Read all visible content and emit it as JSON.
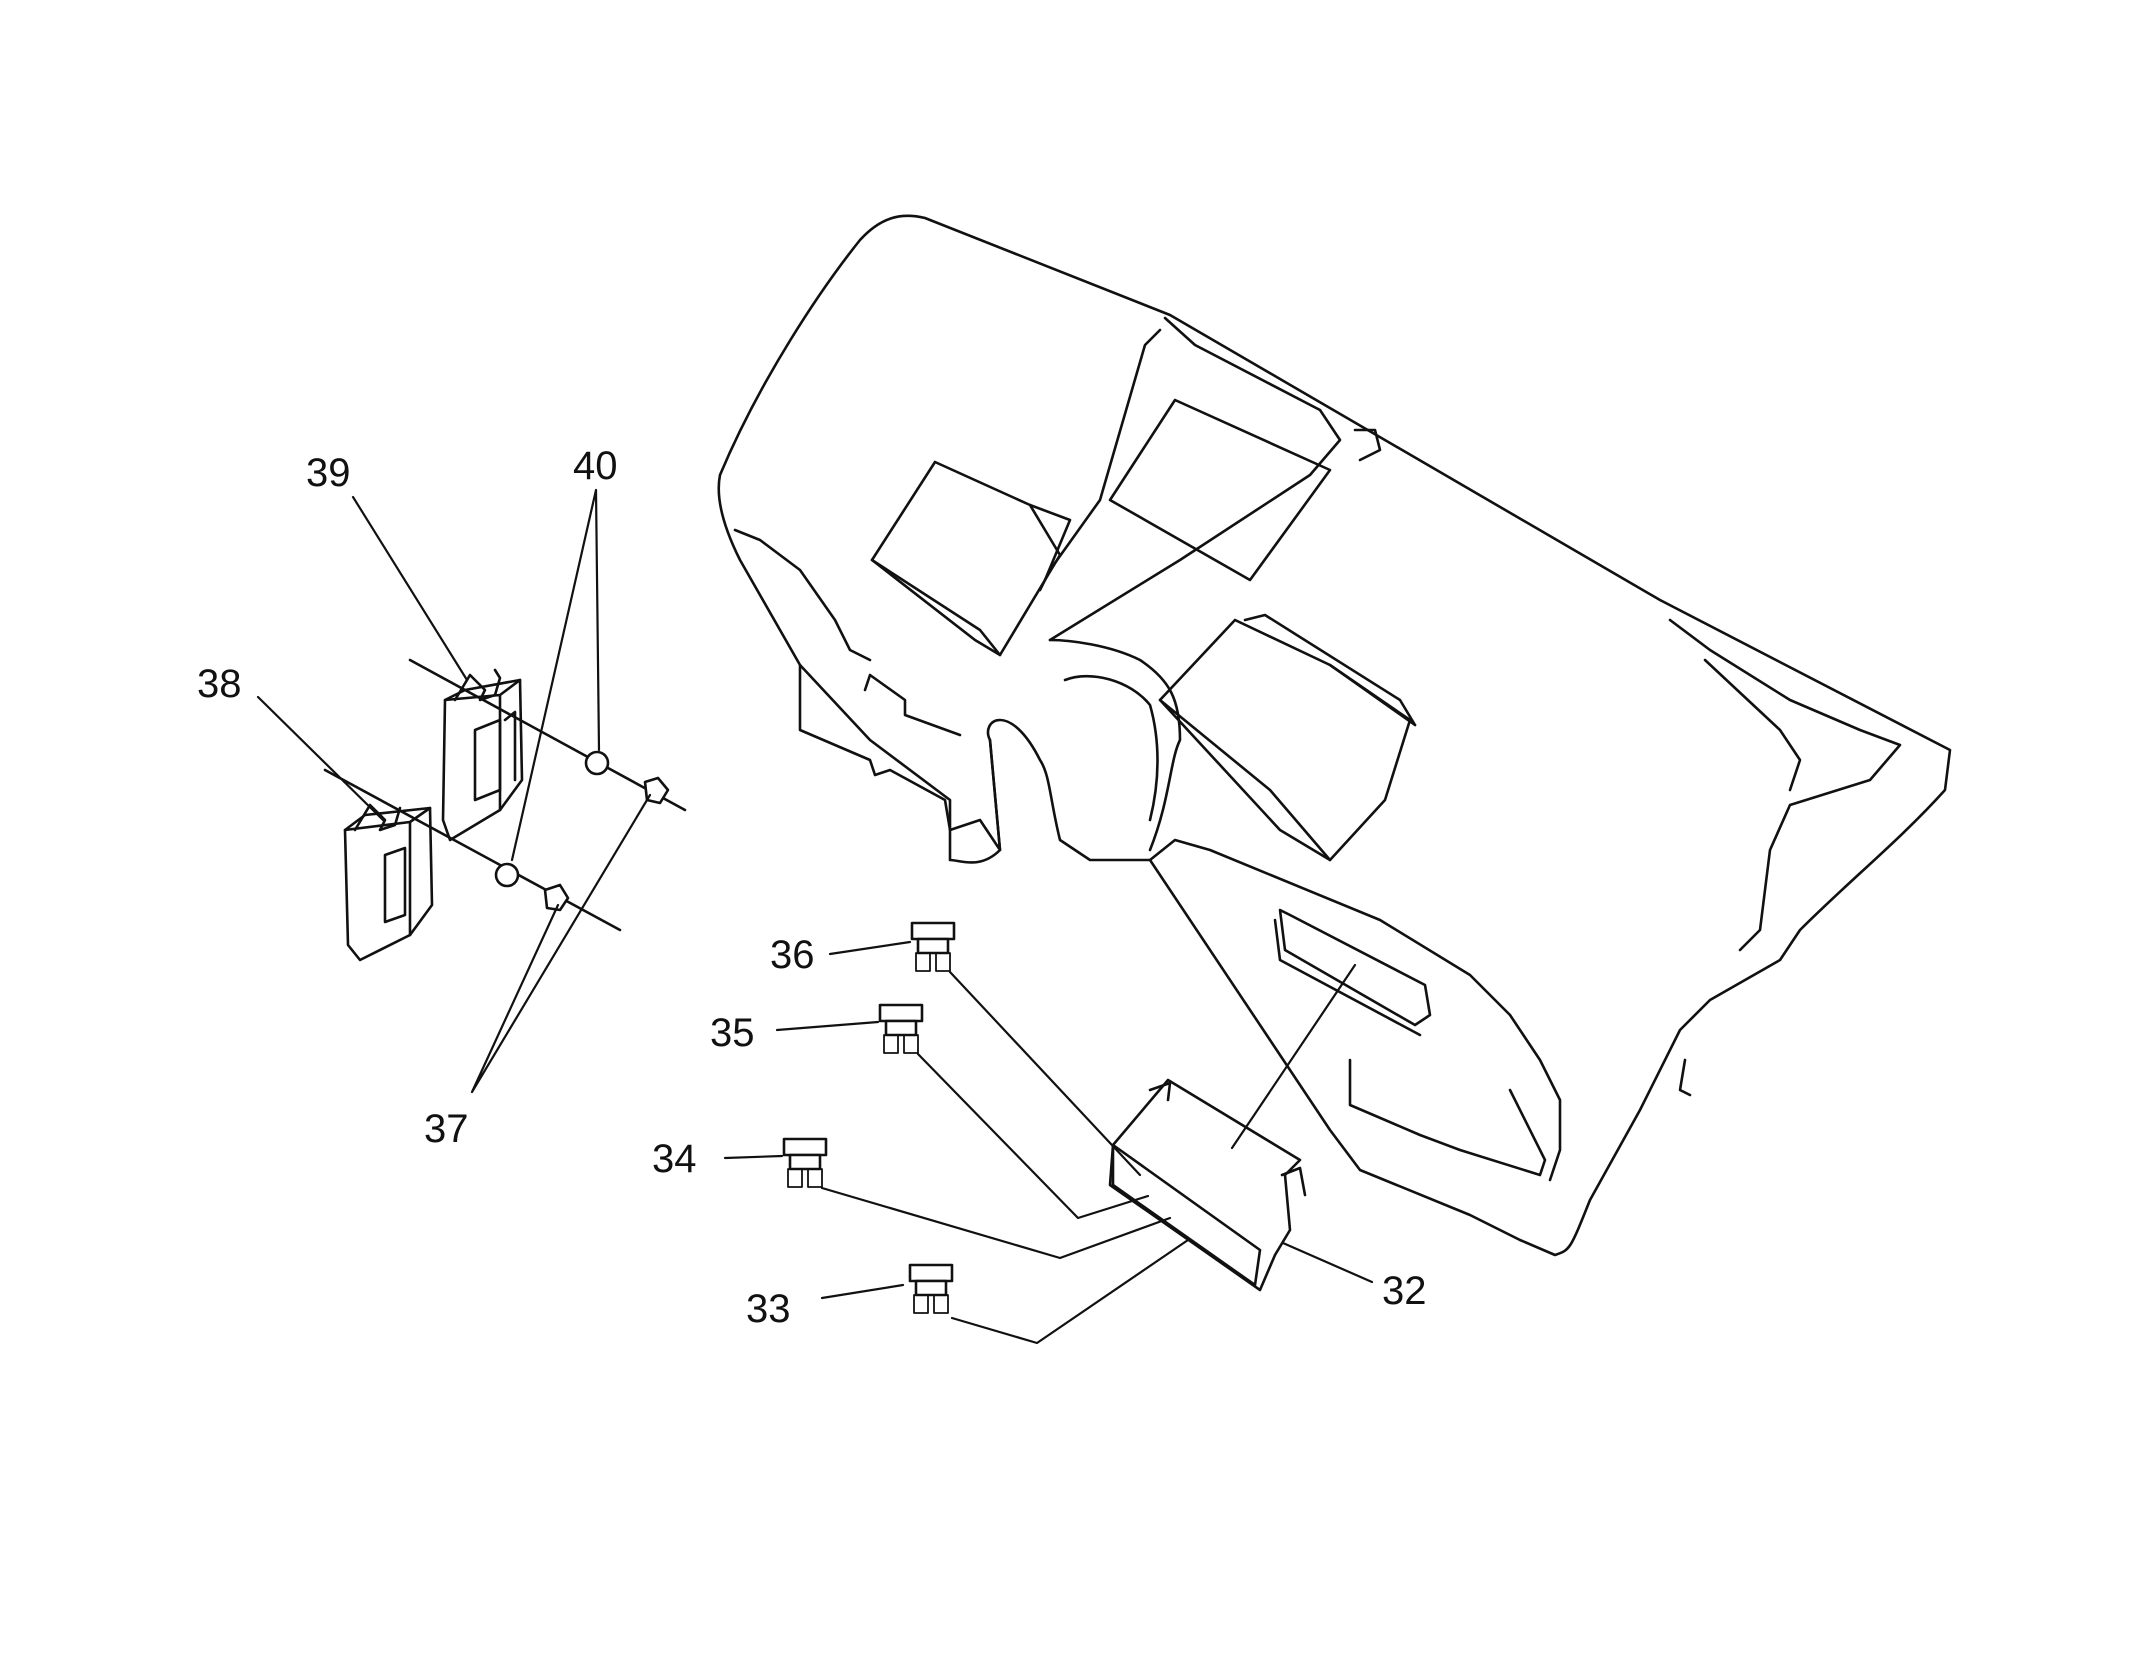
{
  "callouts": {
    "c32": "32",
    "c33": "33",
    "c34": "34",
    "c35": "35",
    "c36": "36",
    "c37": "37",
    "c38": "38",
    "c39": "39",
    "c40": "40"
  },
  "colors": {
    "ink": "#111111",
    "paper": "#ffffff"
  }
}
